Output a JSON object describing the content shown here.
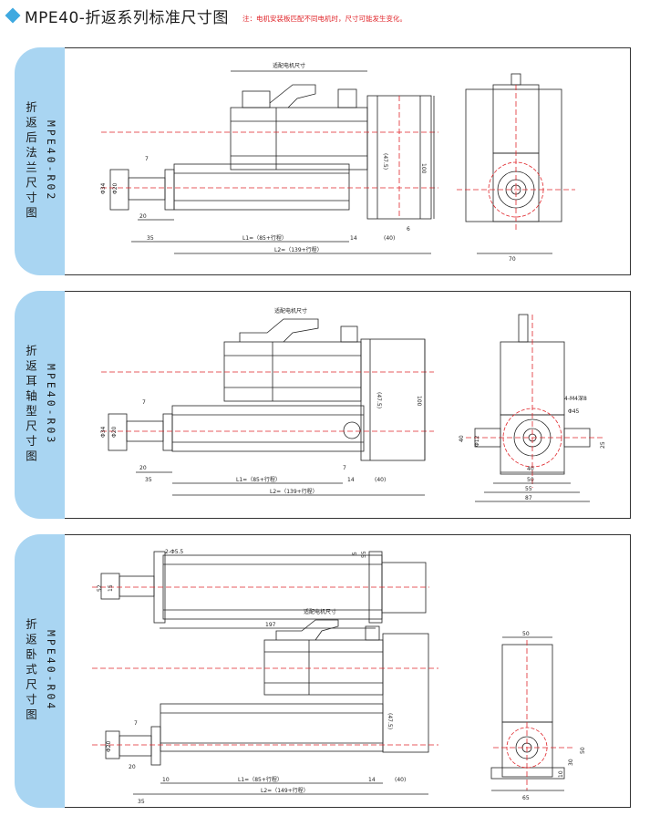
{
  "header": {
    "title": "MPE40-折返系列标准尺寸图",
    "note": "注：电机安装板匹配不同电机时，尺寸可能发生变化。"
  },
  "panels": [
    {
      "name_cn": "折返后法兰尺寸图",
      "name_en": "MPE40-R02",
      "labels": {
        "motor": "适配电机尺寸",
        "l1": "L1=（85+行程）",
        "l2": "L2=（139+行程）",
        "d35": "35",
        "d20": "20",
        "d7": "7",
        "d14": "14",
        "d40": "(40)",
        "d6": "6",
        "h100": "100",
        "h47": "(47.5)",
        "dia34": "Φ34",
        "dia20": "Φ20",
        "w70": "70"
      }
    },
    {
      "name_cn": "折返耳轴型尺寸图",
      "name_en": "MPE40-R03",
      "labels": {
        "motor": "适配电机尺寸",
        "l1": "L1=（85+行程）",
        "l2": "L2=（139+行程）",
        "d35": "35",
        "d20": "20",
        "d7a": "7",
        "d7b": "7",
        "d14": "14",
        "d40": "(40)",
        "h100": "100",
        "h47": "(47.5)",
        "dia34": "Φ34",
        "dia20": "Φ20",
        "m4": "4-M4深8",
        "dia45": "Φ45",
        "dia12": "Φ12",
        "h40": "40",
        "h25": "25",
        "w40": "40",
        "w50": "50",
        "w55": "55",
        "w87": "87"
      }
    },
    {
      "name_cn": "折返卧式尺寸图",
      "name_en": "MPE40-R04",
      "labels": {
        "hole": "2-Φ5.5",
        "d197": "197",
        "d5": "5",
        "d55": "55",
        "d52": "52",
        "d15": "15",
        "motor": "适配电机尺寸",
        "l1": "L1=（85+行程）",
        "l2": "L2=（149+行程）",
        "d35": "35",
        "d20": "20",
        "d7": "7",
        "d10": "10",
        "d14": "14",
        "d40": "(40)",
        "h47": "(47.5)",
        "w50": "50",
        "w65": "65",
        "h30": "30",
        "h50": "50",
        "h10": "10",
        "dia20": "Φ20"
      }
    }
  ],
  "colors": {
    "accent": "#3fa9e0",
    "tab_fill": "#a9d5f2",
    "note_red": "#e0262b",
    "center_line": "#e0262b"
  }
}
